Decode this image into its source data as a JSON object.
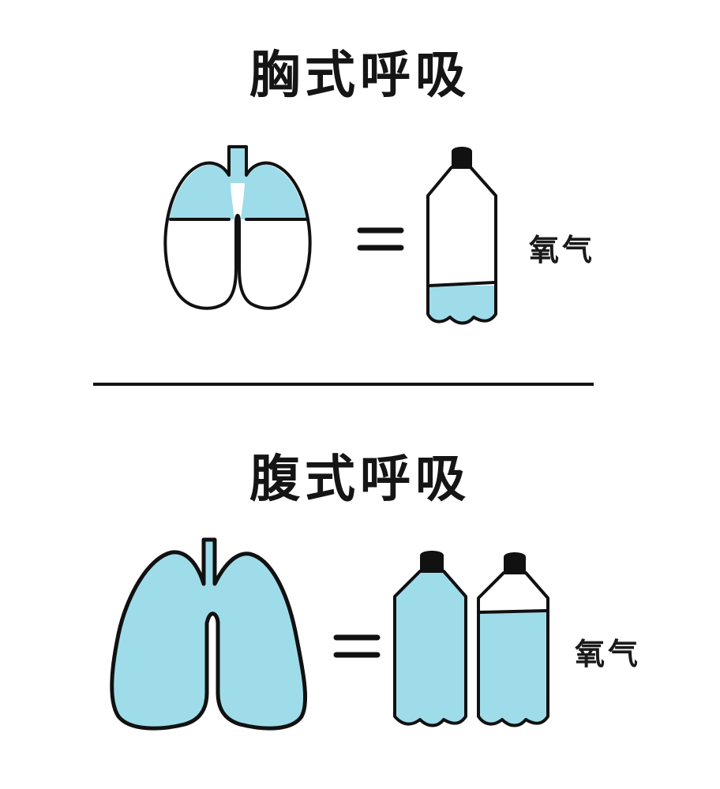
{
  "sections": [
    {
      "id": "chest",
      "title": "胸式呼吸",
      "label": "氧气",
      "lung_fill_fraction": 0.3,
      "bottle_count": 1,
      "bottle_fill_fractions": [
        0.18
      ]
    },
    {
      "id": "abdominal",
      "title": "腹式呼吸",
      "label": "氧气",
      "lung_fill_fraction": 1.0,
      "bottle_count": 2,
      "bottle_fill_fractions": [
        1.0,
        0.8
      ]
    }
  ],
  "colors": {
    "fill": "#9fdcea",
    "outline": "#111111",
    "cap": "#111111",
    "background": "#ffffff"
  }
}
